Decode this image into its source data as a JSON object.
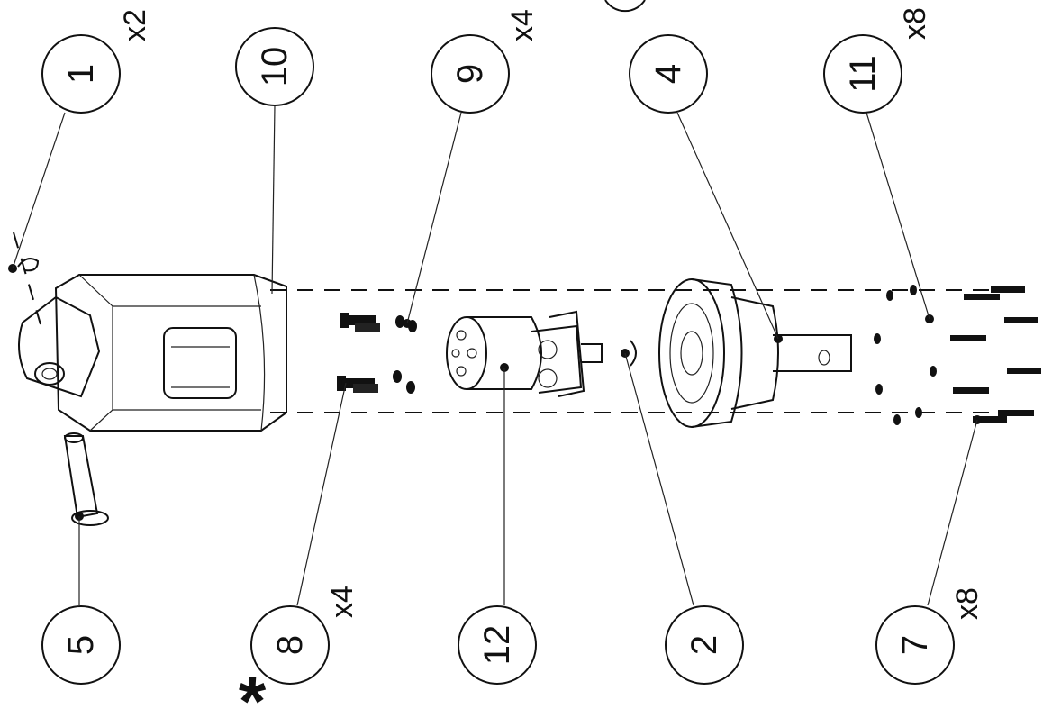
{
  "callouts": [
    {
      "id": "c1",
      "label": "1",
      "qty": "x2"
    },
    {
      "id": "c10",
      "label": "10",
      "qty": ""
    },
    {
      "id": "c9",
      "label": "9",
      "qty": "x4"
    },
    {
      "id": "c4",
      "label": "4",
      "qty": ""
    },
    {
      "id": "c11",
      "label": "11",
      "qty": "x8"
    },
    {
      "id": "c5",
      "label": "5",
      "qty": ""
    },
    {
      "id": "c8",
      "label": "8",
      "qty": "x4"
    },
    {
      "id": "c12",
      "label": "12",
      "qty": ""
    },
    {
      "id": "c2",
      "label": "2",
      "qty": ""
    },
    {
      "id": "c7",
      "label": "7",
      "qty": "x8"
    }
  ],
  "note_mark": "*"
}
